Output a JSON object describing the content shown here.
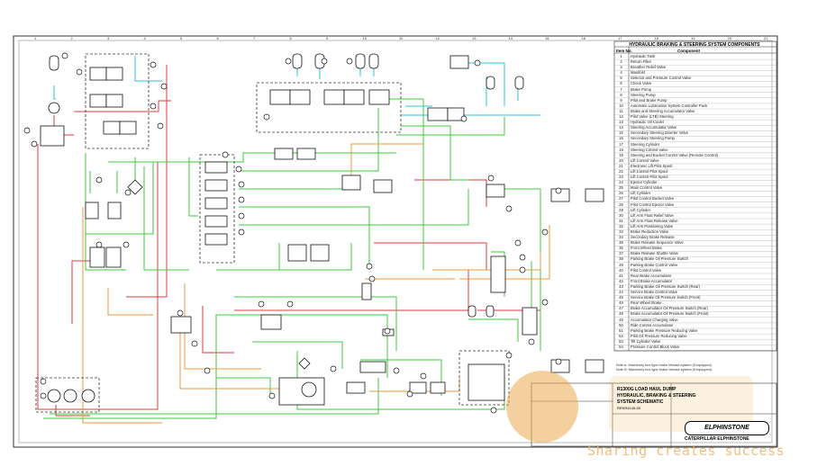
{
  "table": {
    "title": "HYDRAULIC BRAKING & STEERING SYSTEM COMPONENTS",
    "col_item": "Item No.",
    "col_component": "Component",
    "items": [
      "Hydraulic Tank",
      "Return Filter",
      "Breather Relief Valve",
      "Manifold",
      "Selector and Pressure Control Valve",
      "Check Valve",
      "Brake Pump",
      "Steering Pump",
      "Pilot and Brake Pump",
      "Automatic Lubrication System Controller Pack",
      "Brake and Steering Accumulator Valve",
      "Pilot Valve (LTB) Steering",
      "Hydraulic Oil Cooler",
      "Steering Accumulator Valve",
      "Secondary Steering Diverter Valve",
      "Secondary Steering Pump",
      "Steering Cylinder",
      "Steering Control Valve",
      "Steering and Bucket Control Valve (Remote Control)",
      "Lift Control Valve",
      "Electronic Lift Pilot Spool",
      "Lift Control Pilot Spool",
      "Lift Control Pilot Spool",
      "Ejector Cylinder",
      "Main Control Valve",
      "Lift Cylinder",
      "Pilot Control Bucket Valve",
      "Pilot Control Ejector Valve",
      "Lift Cylinder",
      "Lift Arm Float Relief Valve",
      "Lift Arm Float Release Valve",
      "Lift Arm Positioning Valve",
      "Brake Reduction Valve",
      "Secondary Brake Release",
      "Brake Release Sequence Valve",
      "Front Wheel Brake",
      "Brake Release Shuttle Valve",
      "Parking Brake Oil Pressure Switch",
      "Parking Brake Control Valve",
      "Pilot Control Valve",
      "Rear Brake Accumulator",
      "Front Brake Accumulator",
      "Parking Brake Oil Pressure Switch (Rear)",
      "Service Brake Control Valve",
      "Service Brake Oil Pressure Switch (Front)",
      "Rear Wheel Brake",
      "Brake Accumulator Oil Pressure Switch (Rear)",
      "Brake Accumulator Oil Pressure Switch (Front)",
      "Accumulator Charging Valve",
      "Ride Control Accumulator",
      "Parking Brake Pressure Reducing Valve",
      "Pilot Oil Pressure Reducing Valve",
      "Tilt Cylinder Valve",
      "Pressure Control Block Valve"
    ]
  },
  "notes": [
    "Note A: Machinery box type brake release system (if equipped).",
    "Note B: Machinery box type brake release system (if equipped)."
  ],
  "title_block": {
    "model": "R1300G LOAD HAUL DUMP",
    "line2": "HYDRAULIC, BRAKING & STEERING",
    "line3": "SYSTEM SCHEMATIC",
    "small1": "RENR4145-00",
    "brand": "ELPHINSTONE",
    "brand_sub": "CATERPILLAR ELPHINSTONE"
  },
  "watermark": "Sharing creates success",
  "grid_top": [
    "1",
    "2",
    "3",
    "4",
    "5",
    "6",
    "7",
    "8",
    "9",
    "10",
    "11",
    "12",
    "13",
    "14",
    "15",
    "16",
    "17",
    "18",
    "19",
    "20",
    "21"
  ],
  "colors": {
    "pressure": "#d93c3c",
    "pilot": "#3dc83d",
    "return": "#2ec4d8",
    "drain": "#e89a3c",
    "outline": "#222222"
  }
}
